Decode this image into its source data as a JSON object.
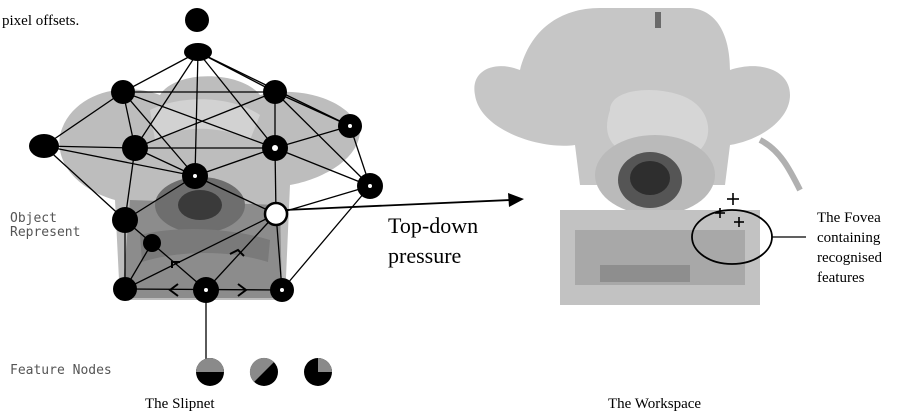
{
  "header_fragment": "pixel offsets.",
  "slipnet": {
    "object_label_line1": "Object",
    "object_label_line2": "Represent",
    "feature_nodes_label": "Feature Nodes",
    "caption": "The Slipnet"
  },
  "arrow": {
    "label_line1": "Top-down",
    "label_line2": "pressure"
  },
  "workspace": {
    "fovea_label_line1": "The Fovea",
    "fovea_label_line2": "containing",
    "fovea_label_line3": "recognised",
    "fovea_label_line4": "features",
    "caption": "The Workspace"
  },
  "colors": {
    "node": "#000000",
    "line": "#000000",
    "object_gray": "#b8b8b8",
    "workspace_gray": "#c4c4c4"
  }
}
